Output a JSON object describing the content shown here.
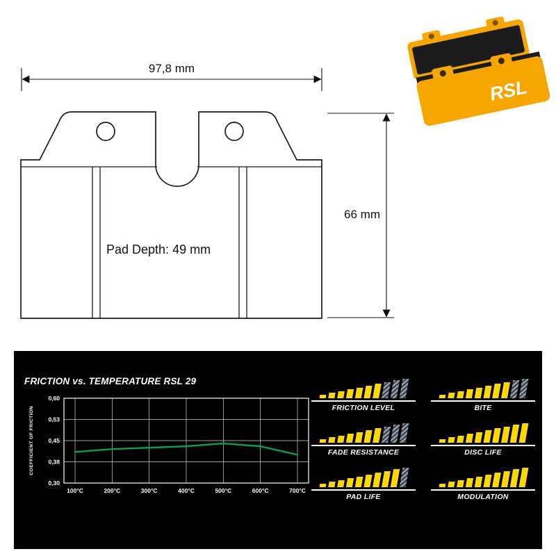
{
  "drawing": {
    "width_label": "97,8 mm",
    "height_label": "66 mm",
    "pad_depth_label": "Pad Depth: 49 mm"
  },
  "product": {
    "logo": "RSL",
    "plate_color": "#F7A600",
    "friction_color": "#1b1b1b"
  },
  "panel": {
    "title": "FRICTION vs. TEMPERATURE RSL 29",
    "ratings": [
      {
        "label": "FRICTION LEVEL",
        "filled": 7,
        "total": 10
      },
      {
        "label": "BITE",
        "filled": 8,
        "total": 10
      },
      {
        "label": "FADE RESISTANCE",
        "filled": 7,
        "total": 10
      },
      {
        "label": "DISC LIFE",
        "filled": 10,
        "total": 10
      },
      {
        "label": "PAD LIFE",
        "filled": 9,
        "total": 10
      },
      {
        "label": "MODULATION",
        "filled": 10,
        "total": 10
      }
    ],
    "colors": {
      "bar_filled": "#FFD800",
      "bar_unfilled_light": "#9aa4ad",
      "bar_unfilled_dark": "#39424a",
      "line_green": "#0b9e4d"
    }
  },
  "chart_data": {
    "type": "line",
    "title": "FRICTION vs. TEMPERATURE RSL 29",
    "xlabel": "",
    "ylabel": "COEFFICIENT OF FRICTION",
    "x_ticks": [
      "100°C",
      "200°C",
      "300°C",
      "400°C",
      "500°C",
      "600°C",
      "700°C"
    ],
    "y_ticks": [
      "0,60",
      "0,53",
      "0,45",
      "0,38",
      "0,30"
    ],
    "ylim": [
      0.3,
      0.6
    ],
    "grid": true,
    "series": [
      {
        "name": "RSL 29",
        "x": [
          100,
          200,
          300,
          400,
          500,
          600,
          700
        ],
        "values": [
          0.41,
          0.42,
          0.425,
          0.43,
          0.44,
          0.43,
          0.4
        ],
        "color": "#0b9e4d"
      }
    ]
  }
}
